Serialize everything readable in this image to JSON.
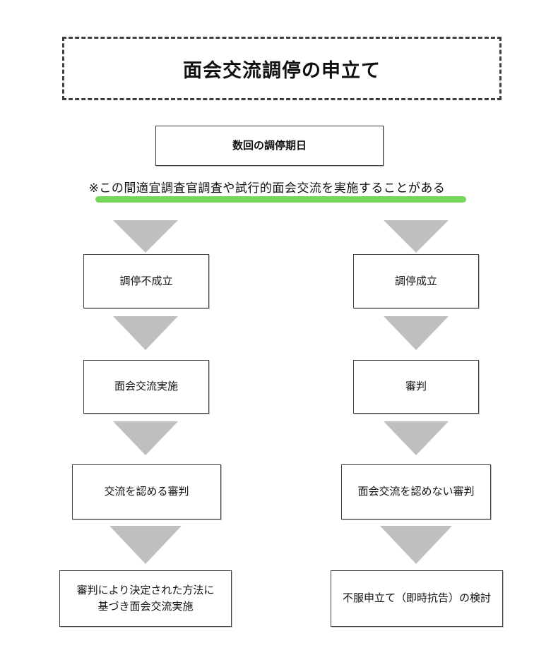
{
  "header": {
    "title": "面会交流調停の申立て"
  },
  "flow": {
    "start_box": "数回の調停期日",
    "note": "※この間適宜調査官調査や試行的面会交流を実施することがある",
    "left_column": {
      "steps": [
        "調停不成立",
        "面会交流実施",
        "交流を認める審判",
        "審判により決定された方法に\n基づき面会交流実施"
      ]
    },
    "right_column": {
      "steps": [
        "調停成立",
        "審判",
        "面会交流を認めない審判",
        "不服申立て（即時抗告）の検討"
      ]
    }
  },
  "colors": {
    "accent_green": "#77d75b",
    "arrow_gray": "#bfbfbf",
    "border_dark": "#3f3f3f"
  }
}
